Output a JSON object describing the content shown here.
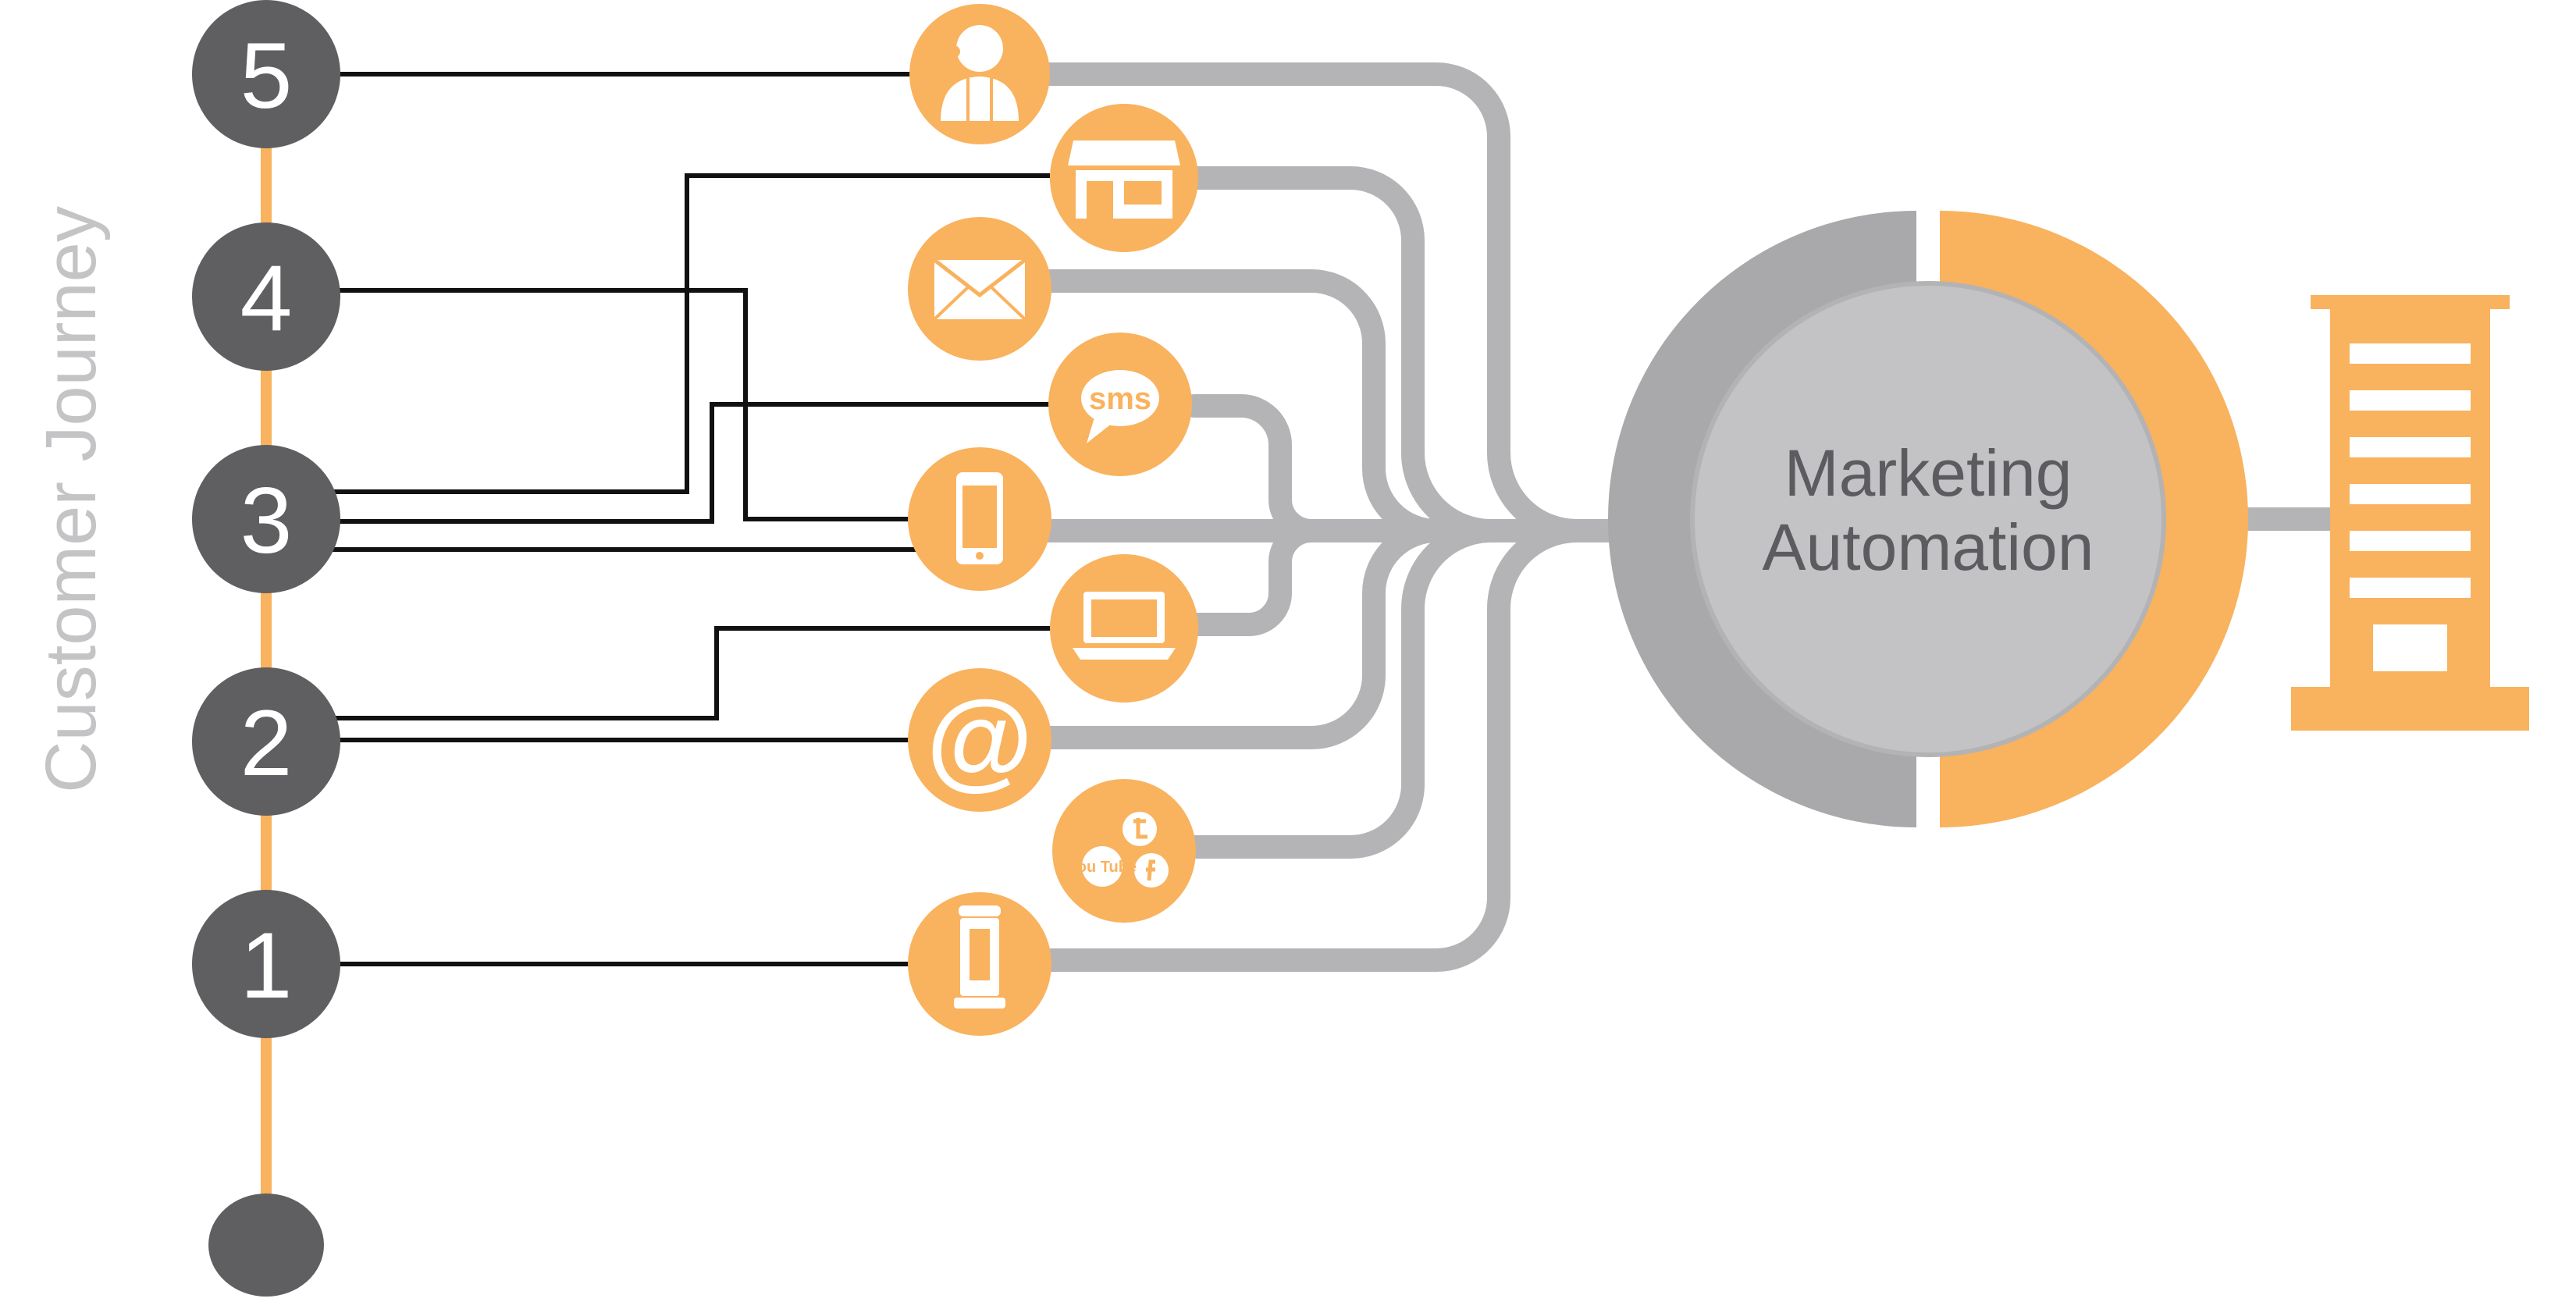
{
  "side_label": "Customer Journey",
  "steps": [
    {
      "label": "5"
    },
    {
      "label": "4"
    },
    {
      "label": "3"
    },
    {
      "label": "2"
    },
    {
      "label": "1"
    }
  ],
  "channels": [
    {
      "icon": "call-center-agent-icon"
    },
    {
      "icon": "store-icon"
    },
    {
      "icon": "envelope-icon"
    },
    {
      "icon": "sms-bubble-icon",
      "text": "sms"
    },
    {
      "icon": "mobile-phone-icon"
    },
    {
      "icon": "laptop-icon"
    },
    {
      "icon": "email-at-icon",
      "text": "@"
    },
    {
      "icon": "social-media-icon",
      "text": "You Tube"
    },
    {
      "icon": "kiosk-icon"
    }
  ],
  "hub": {
    "line1": "Marketing",
    "line2": "Automation"
  },
  "destination_icon": "office-building-icon",
  "colors": {
    "accent": "#f9b25d",
    "node_dark": "#5f5f61",
    "pipe_gray": "#b4b4b6",
    "hub_outer": "#a9a9ab",
    "hub_inner": "#c3c3c5",
    "connector": "#111111",
    "side_label": "#c4c4c6"
  }
}
